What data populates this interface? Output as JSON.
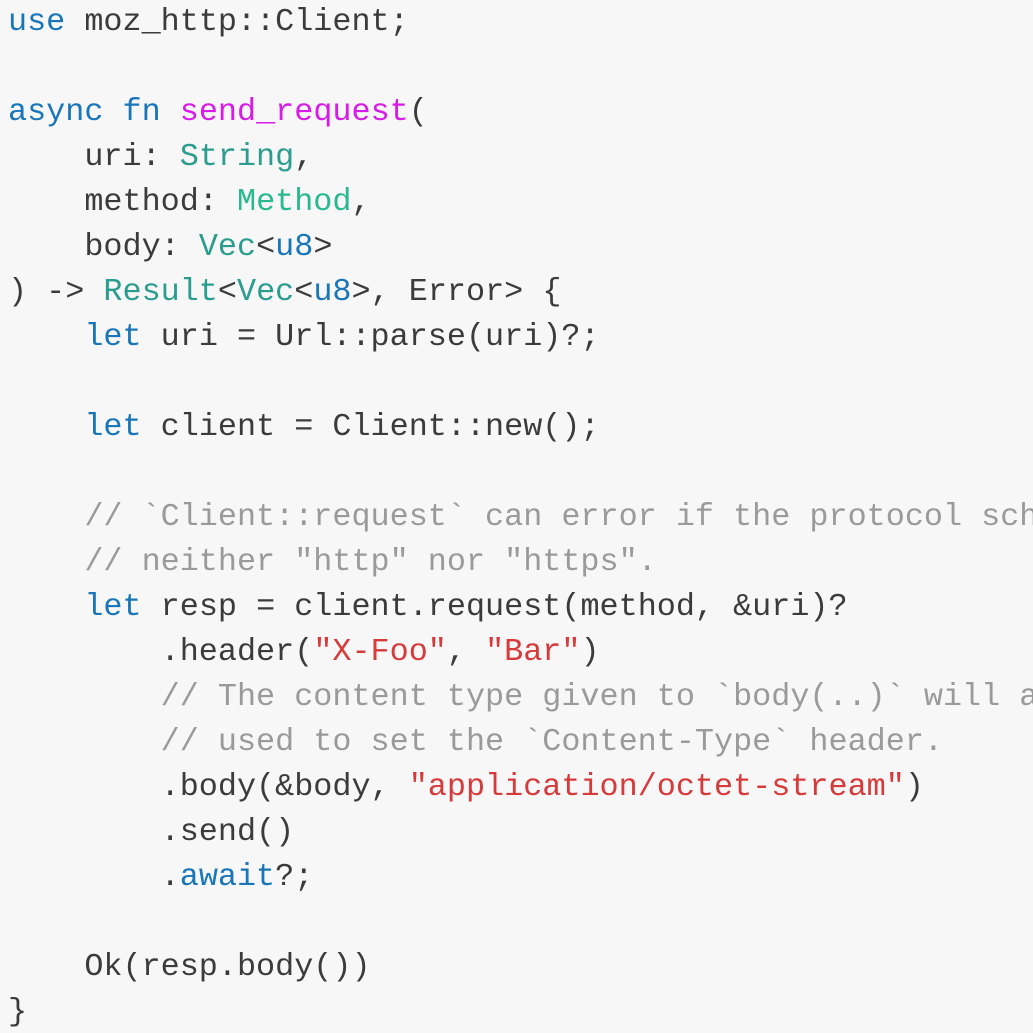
{
  "palette": {
    "background": "#f7f7f7",
    "default": "#3b3b3b",
    "keyword": "#1976b8",
    "function": "#d81be8",
    "type": "#2a9d8f",
    "method_type": "#29b98f",
    "string": "#d73a3a",
    "comment": "#9a9a9a"
  },
  "code": {
    "lines": [
      {
        "tokens": [
          {
            "text": "use",
            "kind": "keyword"
          },
          {
            "text": " moz_http::Client;",
            "kind": "default"
          }
        ]
      },
      {
        "tokens": []
      },
      {
        "tokens": [
          {
            "text": "async",
            "kind": "keyword"
          },
          {
            "text": " ",
            "kind": "default"
          },
          {
            "text": "fn",
            "kind": "keyword"
          },
          {
            "text": " ",
            "kind": "default"
          },
          {
            "text": "send_request",
            "kind": "function"
          },
          {
            "text": "(",
            "kind": "default"
          }
        ]
      },
      {
        "tokens": [
          {
            "text": "    uri: ",
            "kind": "default"
          },
          {
            "text": "String",
            "kind": "type"
          },
          {
            "text": ",",
            "kind": "default"
          }
        ]
      },
      {
        "tokens": [
          {
            "text": "    method: ",
            "kind": "default"
          },
          {
            "text": "Method",
            "kind": "method_type"
          },
          {
            "text": ",",
            "kind": "default"
          }
        ]
      },
      {
        "tokens": [
          {
            "text": "    body: ",
            "kind": "default"
          },
          {
            "text": "Vec",
            "kind": "type"
          },
          {
            "text": "<",
            "kind": "default"
          },
          {
            "text": "u8",
            "kind": "keyword"
          },
          {
            "text": ">",
            "kind": "default"
          }
        ]
      },
      {
        "tokens": [
          {
            "text": ") -> ",
            "kind": "default"
          },
          {
            "text": "Result",
            "kind": "type"
          },
          {
            "text": "<",
            "kind": "default"
          },
          {
            "text": "Vec",
            "kind": "type"
          },
          {
            "text": "<",
            "kind": "default"
          },
          {
            "text": "u8",
            "kind": "keyword"
          },
          {
            "text": ">, Error> {",
            "kind": "default"
          }
        ]
      },
      {
        "tokens": [
          {
            "text": "    ",
            "kind": "default"
          },
          {
            "text": "let",
            "kind": "keyword"
          },
          {
            "text": " uri = Url::parse(uri)?;",
            "kind": "default"
          }
        ]
      },
      {
        "tokens": []
      },
      {
        "tokens": [
          {
            "text": "    ",
            "kind": "default"
          },
          {
            "text": "let",
            "kind": "keyword"
          },
          {
            "text": " client = Client::new();",
            "kind": "default"
          }
        ]
      },
      {
        "tokens": []
      },
      {
        "tokens": [
          {
            "text": "    // `Client::request` can error if the protocol sch",
            "kind": "comment"
          }
        ]
      },
      {
        "tokens": [
          {
            "text": "    // neither \"http\" nor \"https\".",
            "kind": "comment"
          }
        ]
      },
      {
        "tokens": [
          {
            "text": "    ",
            "kind": "default"
          },
          {
            "text": "let",
            "kind": "keyword"
          },
          {
            "text": " resp = client.request(method, &uri)?",
            "kind": "default"
          }
        ]
      },
      {
        "tokens": [
          {
            "text": "        .header(",
            "kind": "default"
          },
          {
            "text": "\"X-Foo\"",
            "kind": "string"
          },
          {
            "text": ", ",
            "kind": "default"
          },
          {
            "text": "\"Bar\"",
            "kind": "string"
          },
          {
            "text": ")",
            "kind": "default"
          }
        ]
      },
      {
        "tokens": [
          {
            "text": "        // The content type given to `body(..)` will a",
            "kind": "comment"
          }
        ]
      },
      {
        "tokens": [
          {
            "text": "        // used to set the `Content-Type` header.",
            "kind": "comment"
          }
        ]
      },
      {
        "tokens": [
          {
            "text": "        .body(&body, ",
            "kind": "default"
          },
          {
            "text": "\"application/octet-stream\"",
            "kind": "string"
          },
          {
            "text": ")",
            "kind": "default"
          }
        ]
      },
      {
        "tokens": [
          {
            "text": "        .send()",
            "kind": "default"
          }
        ]
      },
      {
        "tokens": [
          {
            "text": "        .",
            "kind": "default"
          },
          {
            "text": "await",
            "kind": "keyword"
          },
          {
            "text": "?;",
            "kind": "default"
          }
        ]
      },
      {
        "tokens": []
      },
      {
        "tokens": [
          {
            "text": "    Ok(resp.body())",
            "kind": "default"
          }
        ]
      },
      {
        "tokens": [
          {
            "text": "}",
            "kind": "default"
          }
        ]
      }
    ]
  }
}
